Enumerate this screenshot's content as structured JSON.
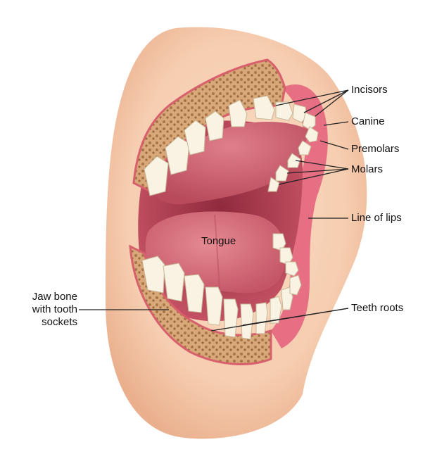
{
  "labels": {
    "incisors": "Incisors",
    "canine": "Canine",
    "premolars": "Premolars",
    "molars": "Molars",
    "line_of_lips": "Line of lips",
    "tongue": "Tongue",
    "jaw_bone_line1": "Jaw bone",
    "jaw_bone_line2": "with tooth",
    "jaw_bone_line3": "sockets",
    "teeth_roots": "Teeth roots"
  },
  "colors": {
    "skin": "#f7d2b4",
    "skin_shadow": "#ebb592",
    "bone": "#c99668",
    "gum": "#d8606d",
    "palate": "#c95566",
    "tongue": "#d6727b",
    "throat": "#a83a4b",
    "tooth": "#f8f3e3",
    "lip": "#e66f83",
    "leader": "#222222"
  }
}
